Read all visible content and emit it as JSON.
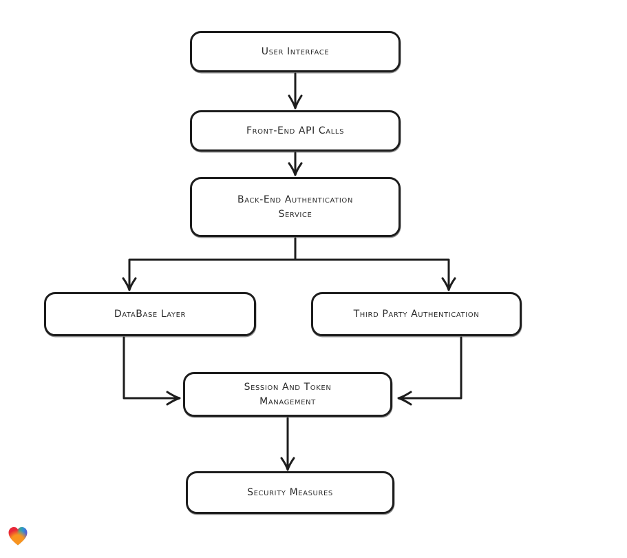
{
  "canvas": {
    "background": "#ffffff",
    "ink": "#1d1d1d"
  },
  "nodes": [
    {
      "id": "user-interface",
      "label": "User Interface"
    },
    {
      "id": "front-end-api-calls",
      "label": "Front-End API Calls"
    },
    {
      "id": "back-end-authentication-service",
      "label": "Back-End Authentication\nService"
    },
    {
      "id": "database-layer",
      "label": "DataBase Layer"
    },
    {
      "id": "third-party-authentication",
      "label": "Third Party Authentication"
    },
    {
      "id": "session-and-token-management",
      "label": "Session And Token\nManagement"
    },
    {
      "id": "security-measures",
      "label": "Security Measures"
    }
  ],
  "edges": [
    {
      "from": "user-interface",
      "to": "front-end-api-calls"
    },
    {
      "from": "front-end-api-calls",
      "to": "back-end-authentication-service"
    },
    {
      "from": "back-end-authentication-service",
      "to": "database-layer"
    },
    {
      "from": "back-end-authentication-service",
      "to": "third-party-authentication"
    },
    {
      "from": "database-layer",
      "to": "session-and-token-management"
    },
    {
      "from": "third-party-authentication",
      "to": "session-and-token-management"
    },
    {
      "from": "session-and-token-management",
      "to": "security-measures"
    }
  ],
  "logo": {
    "icon": "eraser-heart-logo",
    "colors": {
      "red": "#e82739",
      "teal": "#3aa78f",
      "blue": "#2f8fd8",
      "purple": "#5f55cc",
      "orange": "#f8941f"
    }
  }
}
